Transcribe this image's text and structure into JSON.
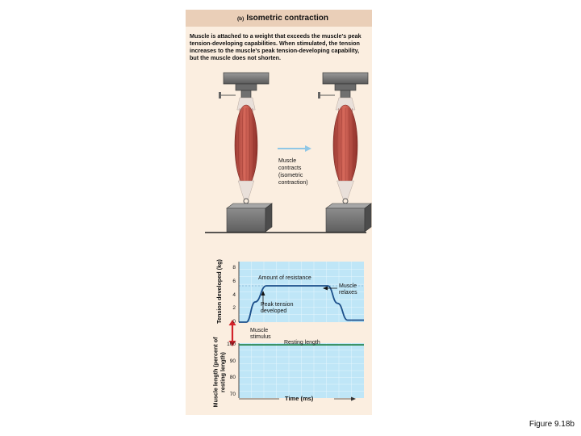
{
  "figure": {
    "tag": "(b)",
    "title": "Isometric contraction",
    "description": "Muscle is attached to a weight that exceeds the muscle's peak tension-developing capabilities. When stimulated, the tension increases to the muscle's peak tension-developing capability, but the muscle does not shorten.",
    "arrow_label": "Muscle contracts (isometric contraction)",
    "arrow_label_lines": [
      "Muscle",
      "contracts",
      "(isometric",
      "contraction)"
    ]
  },
  "chart_data": [
    {
      "type": "line",
      "ylabel": "Tension developed (kg)",
      "ylim": [
        0,
        9
      ],
      "yticks": [
        0,
        2,
        4,
        6,
        8
      ],
      "series": [
        {
          "x": [
            0,
            0.6,
            1.3,
            2.2,
            7.1,
            7.9,
            8.7,
            10
          ],
          "y": [
            0,
            0,
            3.0,
            5.4,
            5.4,
            2.8,
            0.3,
            0.3
          ]
        }
      ],
      "annotations": {
        "resistance": "Amount of resistance",
        "relaxes": "Muscle relaxes",
        "relaxes_lines": [
          "Muscle",
          "relaxes"
        ],
        "peak": "Peak tension developed",
        "peak_lines": [
          "Peak tension",
          "developed"
        ]
      }
    },
    {
      "type": "line",
      "ylabel": "Muscle length (percent of resting length)",
      "xlabel": "Time (ms)",
      "ylim": [
        68,
        101
      ],
      "yticks": [
        70,
        80,
        90,
        100
      ],
      "series": [
        {
          "x": [
            0,
            10
          ],
          "y": [
            100,
            100
          ]
        }
      ],
      "annotations": {
        "resting": "Resting length",
        "stimulus": "Muscle stimulus",
        "stimulus_lines": [
          "Muscle",
          "stimulus"
        ]
      }
    }
  ],
  "caption": "Figure 9.18b",
  "colors": {
    "panel": "#fbeee0",
    "title_bar": "#eacfb8",
    "plot_fill": "#bfe6f7",
    "grid": "#e6f6fd",
    "tension_line": "#1c4f8a",
    "length_line": "#2e8b57",
    "stimulus_arrow": "#d2232a",
    "muscle": "#c2544a",
    "arrow": "#8fc7e6"
  }
}
